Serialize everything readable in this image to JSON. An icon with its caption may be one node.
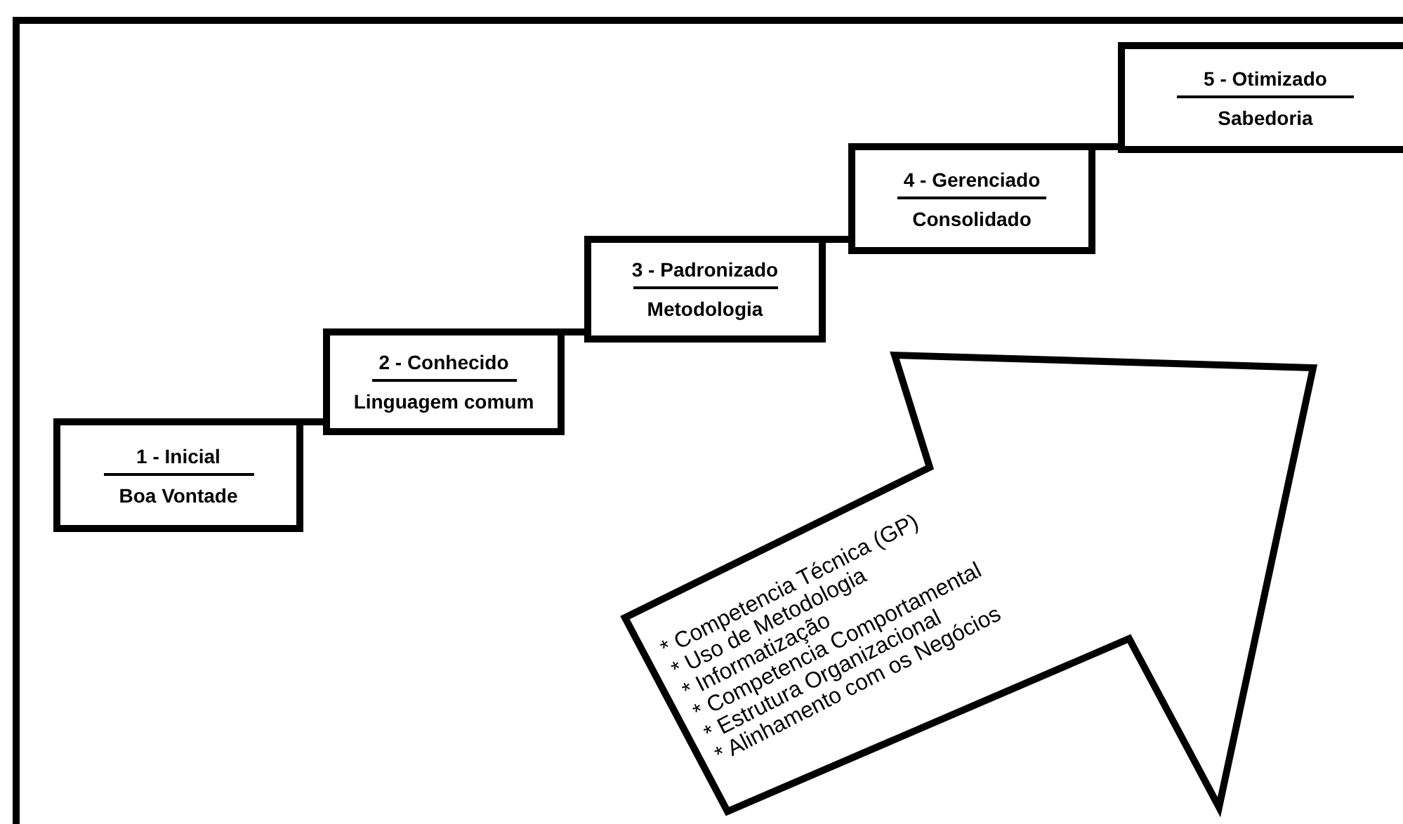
{
  "diagram": {
    "nodes": [
      {
        "text": [
          "1 - Inicial",
          "Boa Vontade"
        ]
      },
      {
        "text": [
          "2 - Conhecido",
          "Linguagem comum"
        ]
      },
      {
        "text": [
          "3 - Padronizado",
          "Metodologia"
        ]
      },
      {
        "text": [
          "4 - Gerenciado",
          "Consolidado"
        ]
      },
      {
        "text": [
          "5 - Otimizado",
          "Sabedoria"
        ]
      },
      {
        "text": [
          "* Competencia Técnica (GP)",
          "* Uso de Metodologia",
          "* Informatização",
          "* Competencia Comportamental",
          "* Estrutura Organizacional",
          "* Alinhamento com os Negócios"
        ]
      }
    ],
    "edges": [
      {
        "from": 0,
        "to": 1,
        "arrow": "none"
      },
      {
        "from": 1,
        "to": 2,
        "arrow": "none"
      },
      {
        "from": 2,
        "to": 3,
        "arrow": "none"
      },
      {
        "from": 3,
        "to": 4,
        "arrow": "none"
      }
    ]
  }
}
